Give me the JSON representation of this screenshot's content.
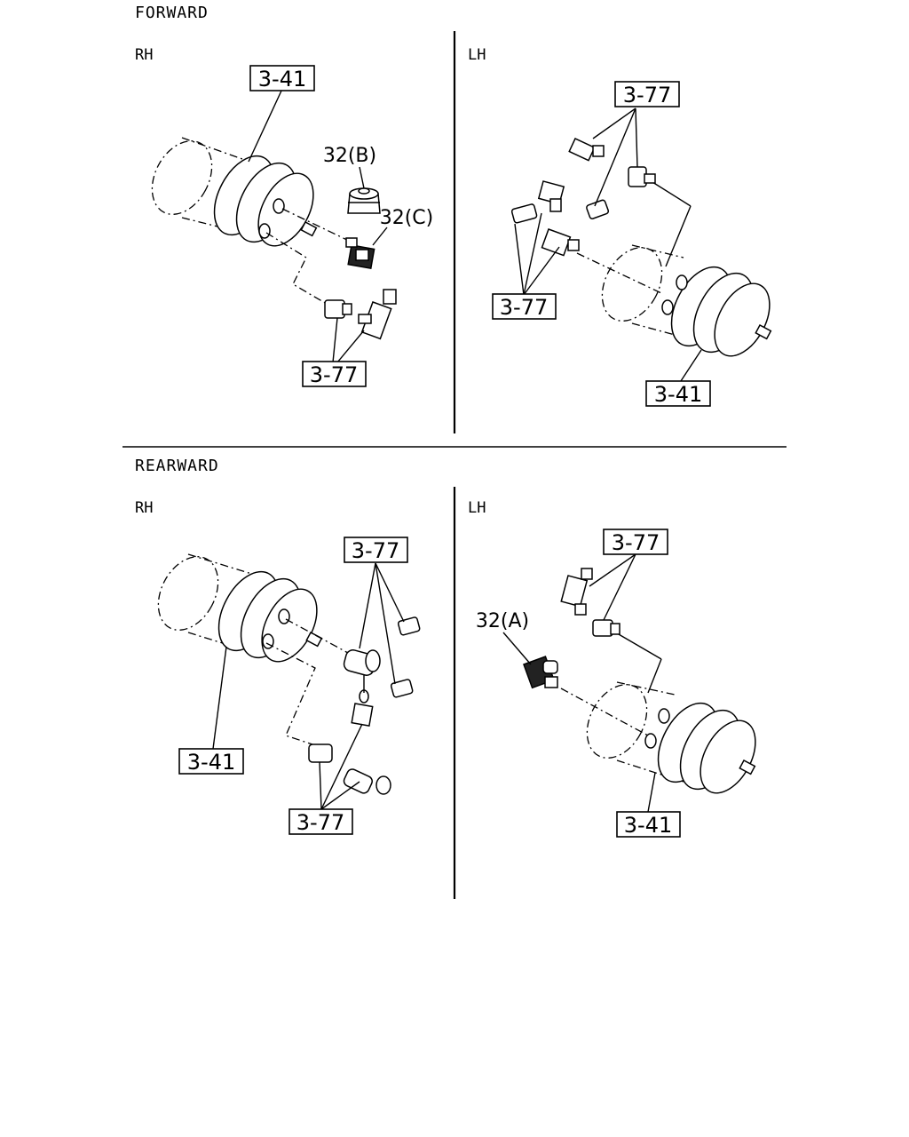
{
  "sections": {
    "forward": {
      "title": "FORWARD",
      "rh": {
        "side": "RH",
        "callouts": [
          "3-41",
          "3-77"
        ],
        "part_labels": [
          "32(B)",
          "32(C)"
        ]
      },
      "lh": {
        "side": "LH",
        "callouts": [
          "3-77",
          "3-77",
          "3-41"
        ]
      }
    },
    "rearward": {
      "title": "REARWARD",
      "rh": {
        "side": "RH",
        "callouts": [
          "3-77",
          "3-41",
          "3-77"
        ]
      },
      "lh": {
        "side": "LH",
        "callouts": [
          "3-77",
          "3-41"
        ],
        "part_labels": [
          "32(A)"
        ]
      }
    }
  }
}
